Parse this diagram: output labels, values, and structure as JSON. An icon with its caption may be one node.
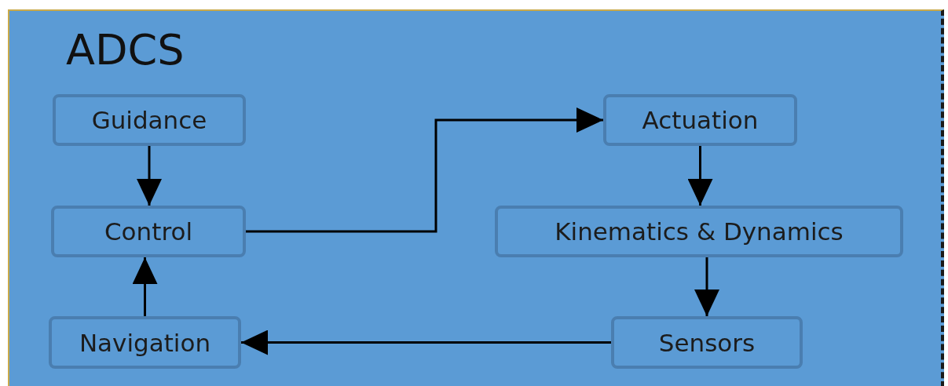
{
  "diagram": {
    "title": "ADCS",
    "nodes": [
      {
        "text": [
          "Guidance"
        ]
      },
      {
        "text": [
          "Control"
        ]
      },
      {
        "text": [
          "Navigation"
        ]
      },
      {
        "text": [
          "Actuation"
        ]
      },
      {
        "text": [
          "Kinematics & Dynamics"
        ]
      },
      {
        "text": [
          "Sensors"
        ]
      }
    ],
    "edges": [
      {
        "from": 0,
        "to": 1,
        "arrow": "to"
      },
      {
        "from": 2,
        "to": 1,
        "arrow": "to"
      },
      {
        "from": 1,
        "to": 3,
        "arrow": "to"
      },
      {
        "from": 3,
        "to": 4,
        "arrow": "to"
      },
      {
        "from": 4,
        "to": 5,
        "arrow": "to"
      },
      {
        "from": 5,
        "to": 2,
        "arrow": "to"
      }
    ]
  }
}
